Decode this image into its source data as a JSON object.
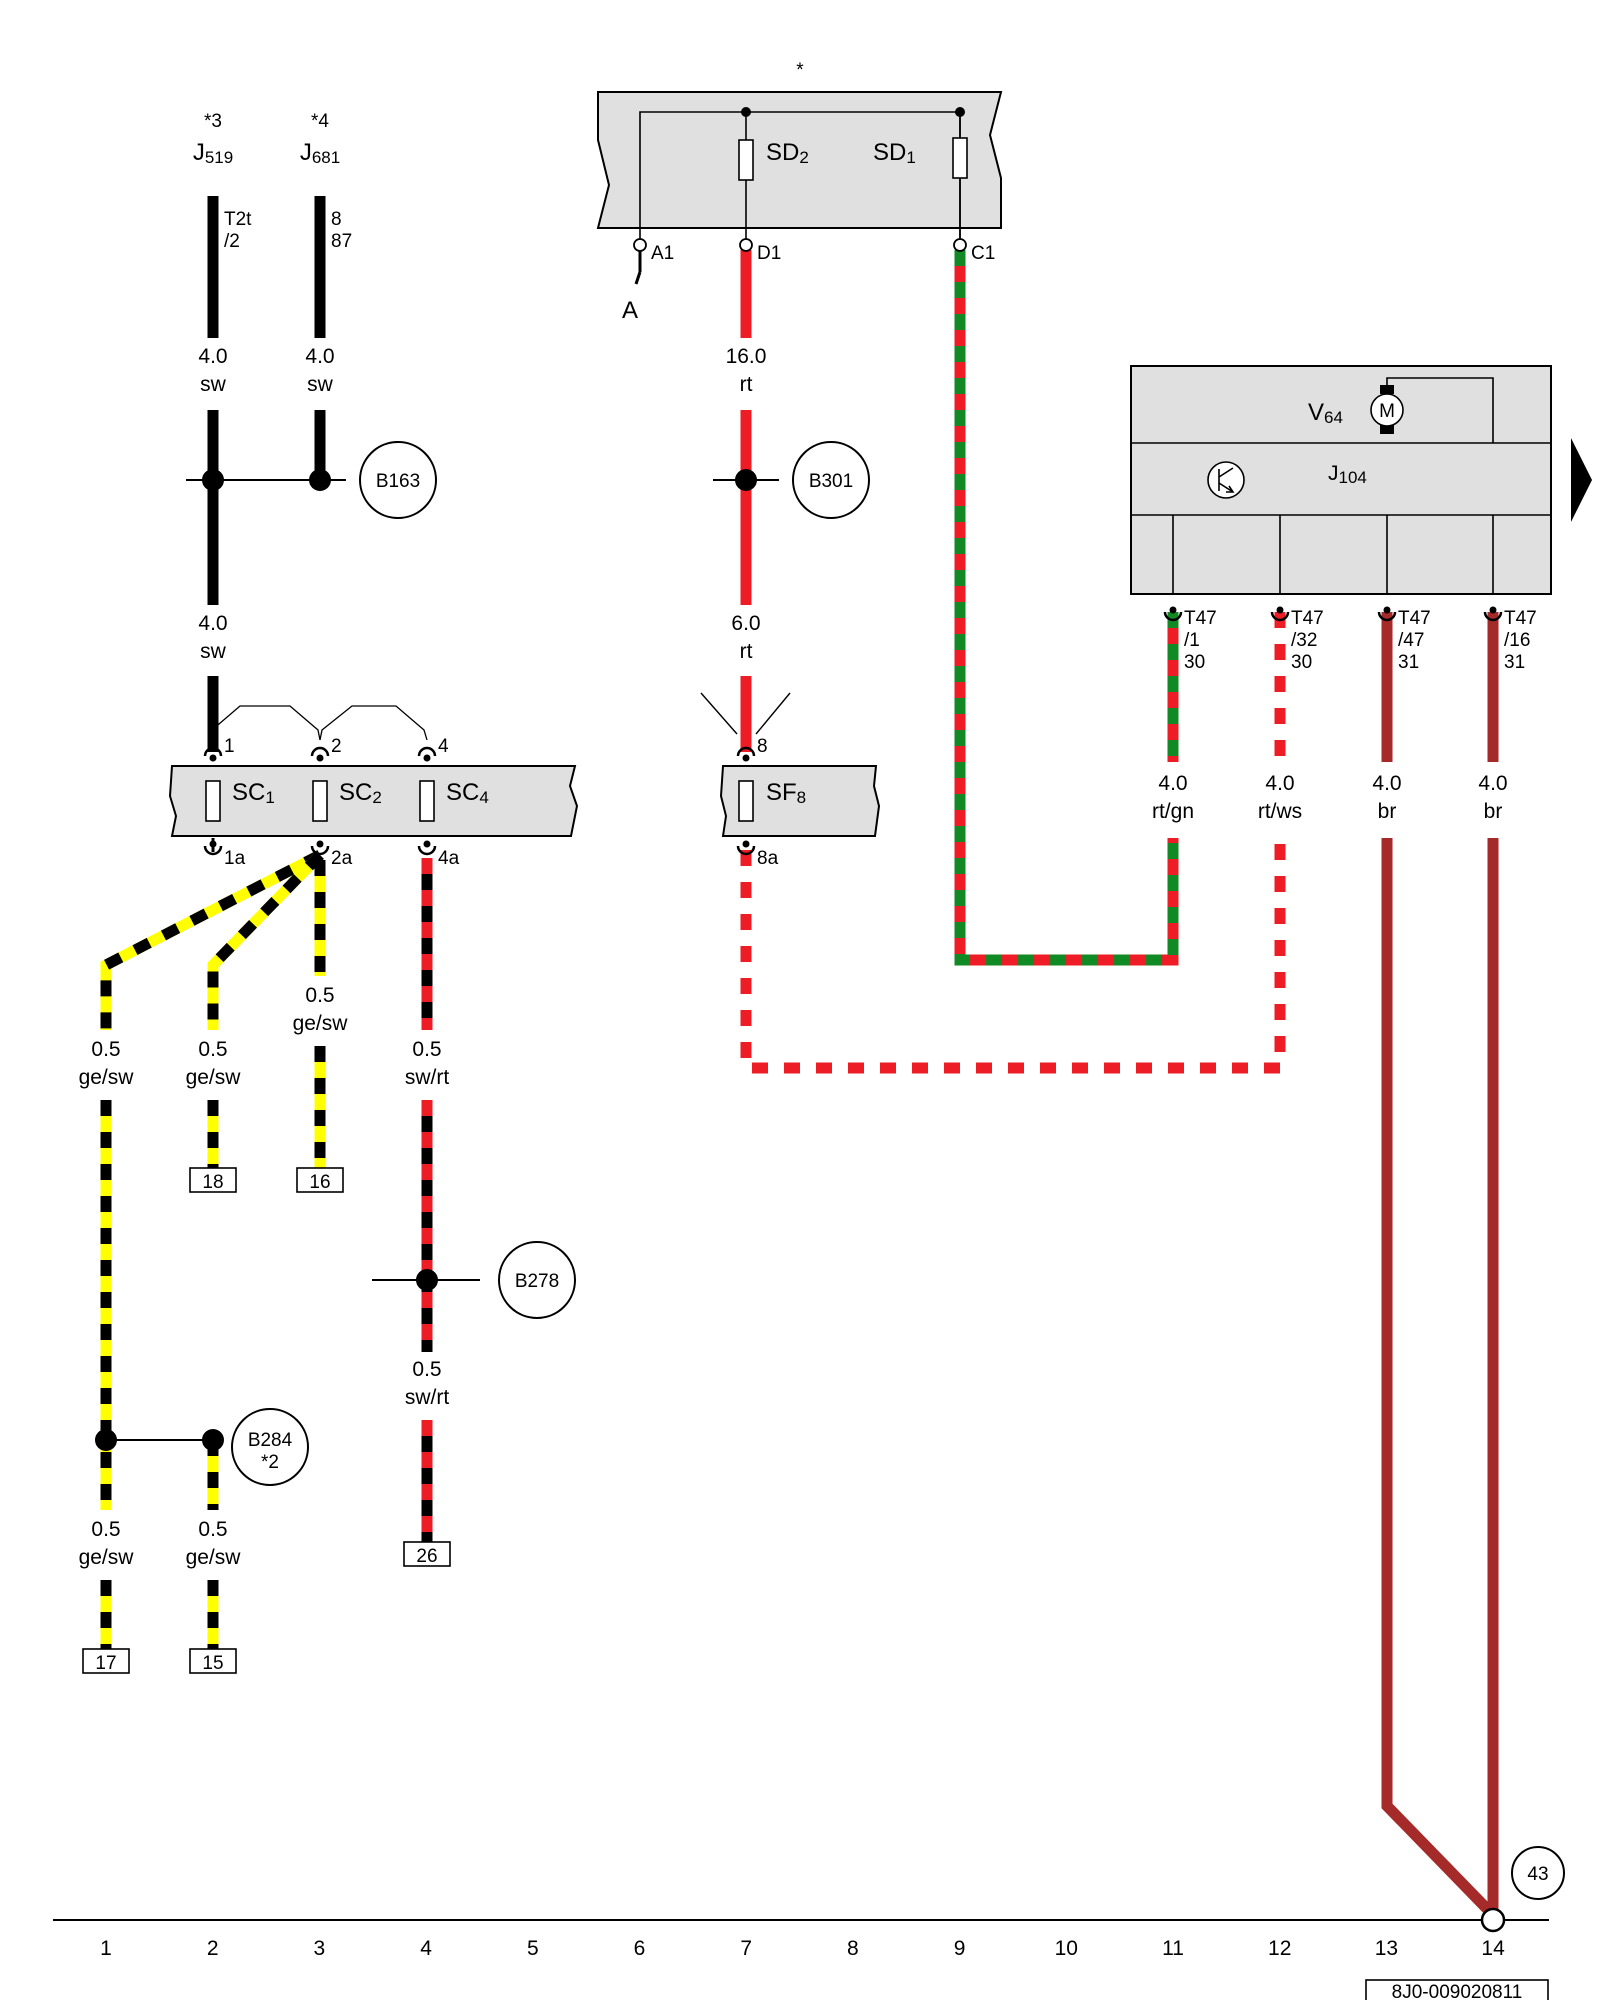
{
  "top_marker": "*",
  "components": {
    "j519": {
      "note": "*3",
      "name": "J",
      "sub": "519",
      "pin": [
        "T2t",
        "/2"
      ]
    },
    "j681": {
      "note": "*4",
      "name": "J",
      "sub": "681",
      "pin": [
        "8",
        "87"
      ]
    },
    "sd2": {
      "name": "SD",
      "sub": "2"
    },
    "sd1": {
      "name": "SD",
      "sub": "1"
    },
    "v64": {
      "name": "V",
      "sub": "64",
      "motor": "M"
    },
    "j104": {
      "name": "J",
      "sub": "104"
    },
    "sc1": {
      "name": "SC",
      "sub": "1"
    },
    "sc2": {
      "name": "SC",
      "sub": "2"
    },
    "sc4": {
      "name": "SC",
      "sub": "4"
    },
    "sf8": {
      "name": "SF",
      "sub": "8"
    }
  },
  "terminals": {
    "a1": "A1",
    "d1": "D1",
    "c1": "C1",
    "a": "A",
    "sc1_in": "1",
    "sc2_in": "2",
    "sc4_in": "4",
    "sf8_in": "8",
    "sc1_out": "1a",
    "sc2_out": "2a",
    "sc4_out": "4a",
    "sf8_out": "8a",
    "t47_1": [
      "T47",
      "/1",
      "30"
    ],
    "t47_32": [
      "T47",
      "/32",
      "30"
    ],
    "t47_47": [
      "T47",
      "/47",
      "31"
    ],
    "t47_16": [
      "T47",
      "/16",
      "31"
    ]
  },
  "wires": {
    "w1": [
      "4.0",
      "sw"
    ],
    "w2": [
      "4.0",
      "sw"
    ],
    "w3": [
      "16.0",
      "rt"
    ],
    "w4": [
      "4.0",
      "sw"
    ],
    "w5": [
      "6.0",
      "rt"
    ],
    "w6": [
      "4.0",
      "rt/gn"
    ],
    "w7": [
      "4.0",
      "rt/ws"
    ],
    "w8": [
      "4.0",
      "br"
    ],
    "w9": [
      "4.0",
      "br"
    ],
    "w10": [
      "0.5",
      "ge/sw"
    ],
    "w11": [
      "0.5",
      "ge/sw"
    ],
    "w12": [
      "0.5",
      "ge/sw"
    ],
    "w13": [
      "0.5",
      "sw/rt"
    ],
    "w14": [
      "0.5",
      "sw/rt"
    ],
    "w15": [
      "0.5",
      "ge/sw"
    ],
    "w16": [
      "0.5",
      "ge/sw"
    ]
  },
  "connection_points": {
    "b163": "B163",
    "b301": "B301",
    "b278": "B278",
    "b284": "B284",
    "b284_note": "*2",
    "c43": "43"
  },
  "refs": {
    "r18": "18",
    "r16": "16",
    "r26": "26",
    "r17": "17",
    "r15": "15"
  },
  "grid_numbers": [
    "1",
    "2",
    "3",
    "4",
    "5",
    "6",
    "7",
    "8",
    "9",
    "10",
    "11",
    "12",
    "13",
    "14"
  ],
  "doc_number": "8J0-009020811",
  "colors": {
    "sw": "#000000",
    "rt": "#ee1c24",
    "gn": "#118a25",
    "ws": "#ffffff",
    "br": "#a52a2a",
    "ge": "#ffff00",
    "module": "#e0e0e0",
    "line": "#000000"
  }
}
